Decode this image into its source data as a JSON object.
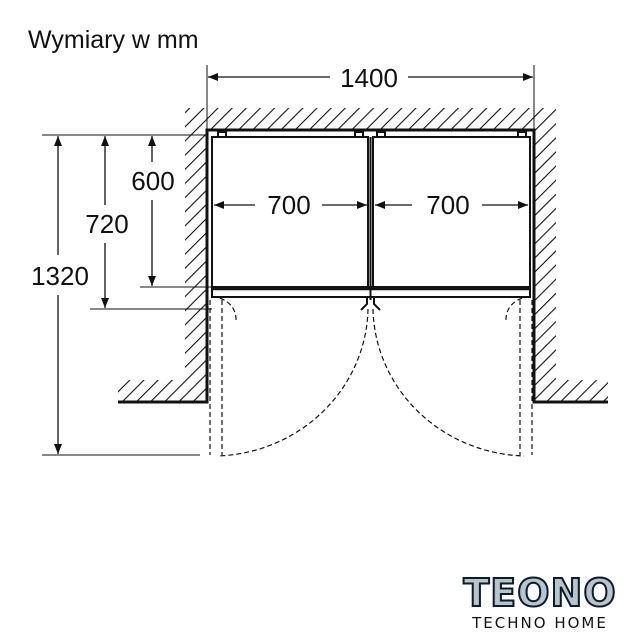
{
  "title": "Wymiary w mm",
  "dimensions": {
    "total_width": "1400",
    "left_unit_width": "700",
    "right_unit_width": "700",
    "depth_body": "600",
    "depth_with_doors": "720",
    "depth_doors_open": "1320"
  },
  "logo": {
    "main": "TEONO",
    "sub": "TECHNO HOME"
  }
}
